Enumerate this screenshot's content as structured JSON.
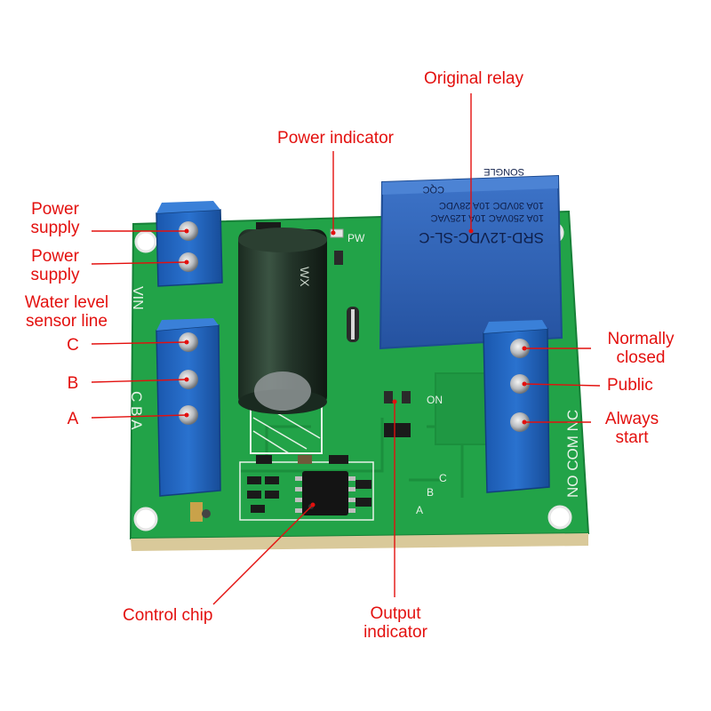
{
  "colors": {
    "annotation": "#e3100e",
    "pcb": "#22a348",
    "terminal": "#1f63b8",
    "relay": "#2f63b5"
  },
  "annotations": {
    "original_relay": "Original relay",
    "power_indicator": "Power indicator",
    "power_supply_1": [
      "Power",
      "supply"
    ],
    "power_supply_2": [
      "Power",
      "supply"
    ],
    "water_level": [
      "Water level",
      "sensor line"
    ],
    "c": "C",
    "b": "B",
    "a": "A",
    "normally_closed": [
      "Normally",
      "closed"
    ],
    "public": "Public",
    "always_start": [
      "Always",
      "start"
    ],
    "control_chip": "Control chip",
    "output_indicator": [
      "Output",
      "indicator"
    ]
  },
  "board": {
    "silkscreen_vin": "VIN",
    "silkscreen_cba": "C B A",
    "silkscreen_pw": "PW",
    "silkscreen_on": "ON",
    "silkscreen_nc_com_no": "NO COM NC",
    "silkscreen_abc": [
      "A",
      "B",
      "C"
    ]
  },
  "relay": {
    "model": "SRD-12VDC-SL-C",
    "rating_1": "10A 250VAC  10A 125VAC",
    "rating_2": "10A 30VDC  10A 28VDC",
    "brand": "SONGLE",
    "cqc": "CQC"
  },
  "capacitor": {
    "marking": "WX"
  }
}
